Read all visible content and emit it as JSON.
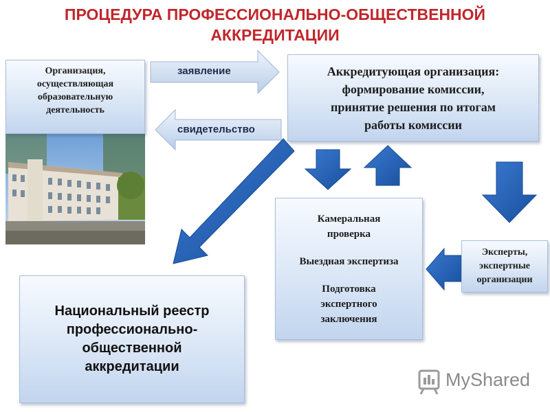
{
  "title": {
    "line1": "ПРОЦЕДУРА ПРОФЕССИОНАЛЬНО-ОБЩЕСТВЕННОЙ",
    "line2": "АККРЕДИТАЦИИ"
  },
  "org_box": {
    "lines": [
      "Организация,",
      "осуществляющая",
      "образовательную",
      "деятельность"
    ]
  },
  "arrows": {
    "application": "заявление",
    "certificate": "свидетельство"
  },
  "accred_box": {
    "lines": [
      "Аккредитующая организация:",
      "формирование комиссии,",
      "принятие решения по итогам",
      "работы комиссии"
    ]
  },
  "review_box": {
    "item1_lines": [
      "Камеральная",
      "проверка"
    ],
    "item2": "Выездная экспертиза",
    "item3_lines": [
      "Подготовка",
      "экспертного",
      "заключения"
    ]
  },
  "experts_box": {
    "lines": [
      "Эксперты,",
      "экспертные",
      "организации"
    ]
  },
  "registry_box": {
    "lines": [
      "Национальный реестр",
      "профессионально-",
      "общественной",
      "аккредитации"
    ]
  },
  "watermark": {
    "text": "MyShared"
  },
  "colors": {
    "title": "#c0262b",
    "arrow_blue": "#1f5fb8",
    "box_gradient_bottom": "#c2d5ee"
  }
}
